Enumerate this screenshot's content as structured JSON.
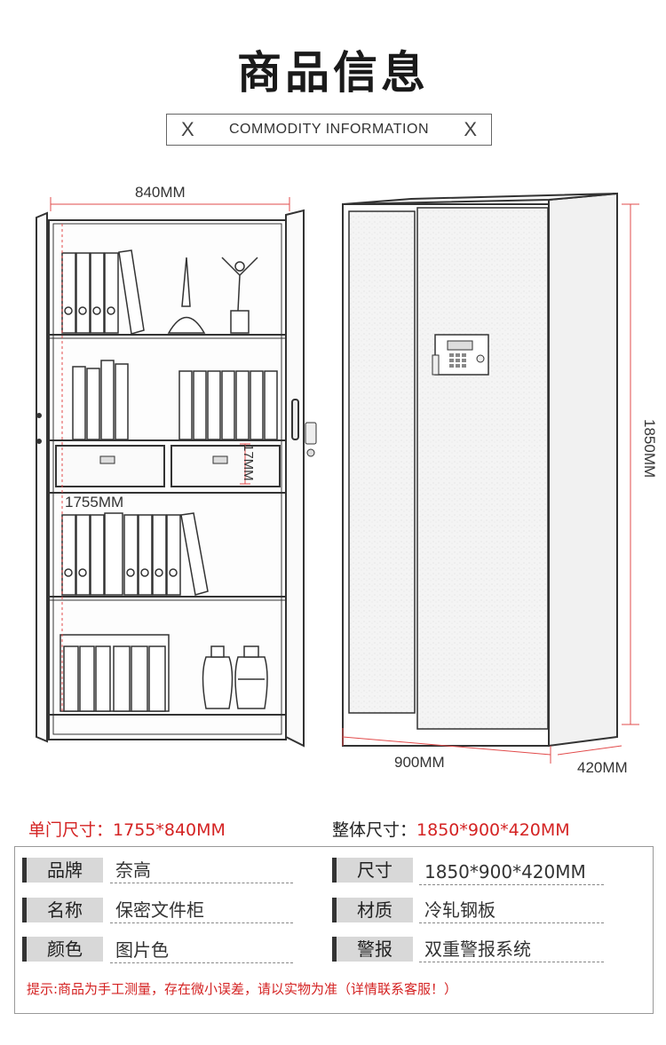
{
  "header": {
    "title": "商品信息",
    "subtitle": "COMMODITY INFORMATION",
    "x_left": "X",
    "x_right": "X"
  },
  "dimensions": {
    "open_width": "840MM",
    "open_height": "1755MM",
    "drawer_height": "17MM",
    "closed_height": "1850MM",
    "closed_width": "900MM",
    "closed_depth": "420MM"
  },
  "spec_lines": {
    "door_label": "单门尺寸：",
    "door_value": "1755*840MM",
    "overall_label": "整体尺寸：",
    "overall_value": "1850*900*420MM"
  },
  "params": [
    {
      "label": "品牌",
      "value": "奈高"
    },
    {
      "label": "尺寸",
      "value": "1850*900*420MM"
    },
    {
      "label": "名称",
      "value": "保密文件柜"
    },
    {
      "label": "材质",
      "value": "冷轧钢板"
    },
    {
      "label": "颜色",
      "value": "图片色"
    },
    {
      "label": "警报",
      "value": "双重警报系统"
    }
  ],
  "note": "提示:商品为手工测量，存在微小误差，请以实物为准（详情联系客服！）",
  "colors": {
    "accent_red": "#d42323",
    "dim_line": "#e24b4b",
    "label_bg": "#d8d8d8"
  }
}
